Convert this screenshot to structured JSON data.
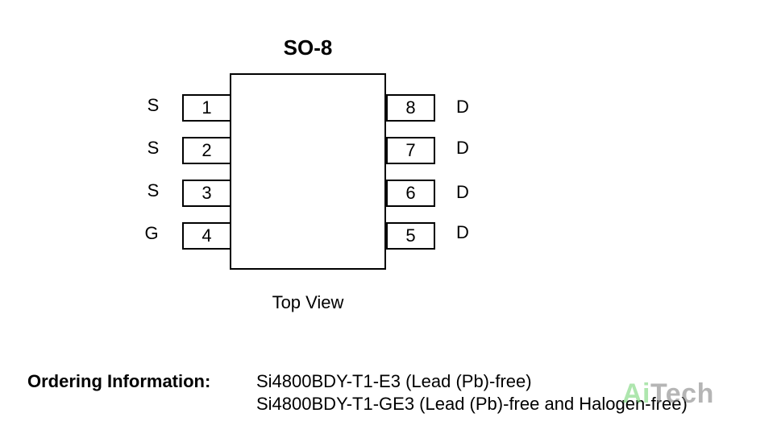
{
  "package": {
    "title": "SO-8"
  },
  "pins_left": [
    {
      "number": "1",
      "signal": "S"
    },
    {
      "number": "2",
      "signal": "S"
    },
    {
      "number": "3",
      "signal": "S"
    },
    {
      "number": "4",
      "signal": "G"
    }
  ],
  "pins_right": [
    {
      "number": "8",
      "signal": "D"
    },
    {
      "number": "7",
      "signal": "D"
    },
    {
      "number": "6",
      "signal": "D"
    },
    {
      "number": "5",
      "signal": "D"
    }
  ],
  "view_label": "Top View",
  "ordering": {
    "label": "Ordering Information:",
    "lines": [
      "Si4800BDY-T1-E3 (Lead (Pb)-free)",
      "Si4800BDY-T1-GE3 (Lead (Pb)-free and Halogen-free)"
    ]
  },
  "watermark": {
    "first": "Ai",
    "rest": "Tech"
  }
}
